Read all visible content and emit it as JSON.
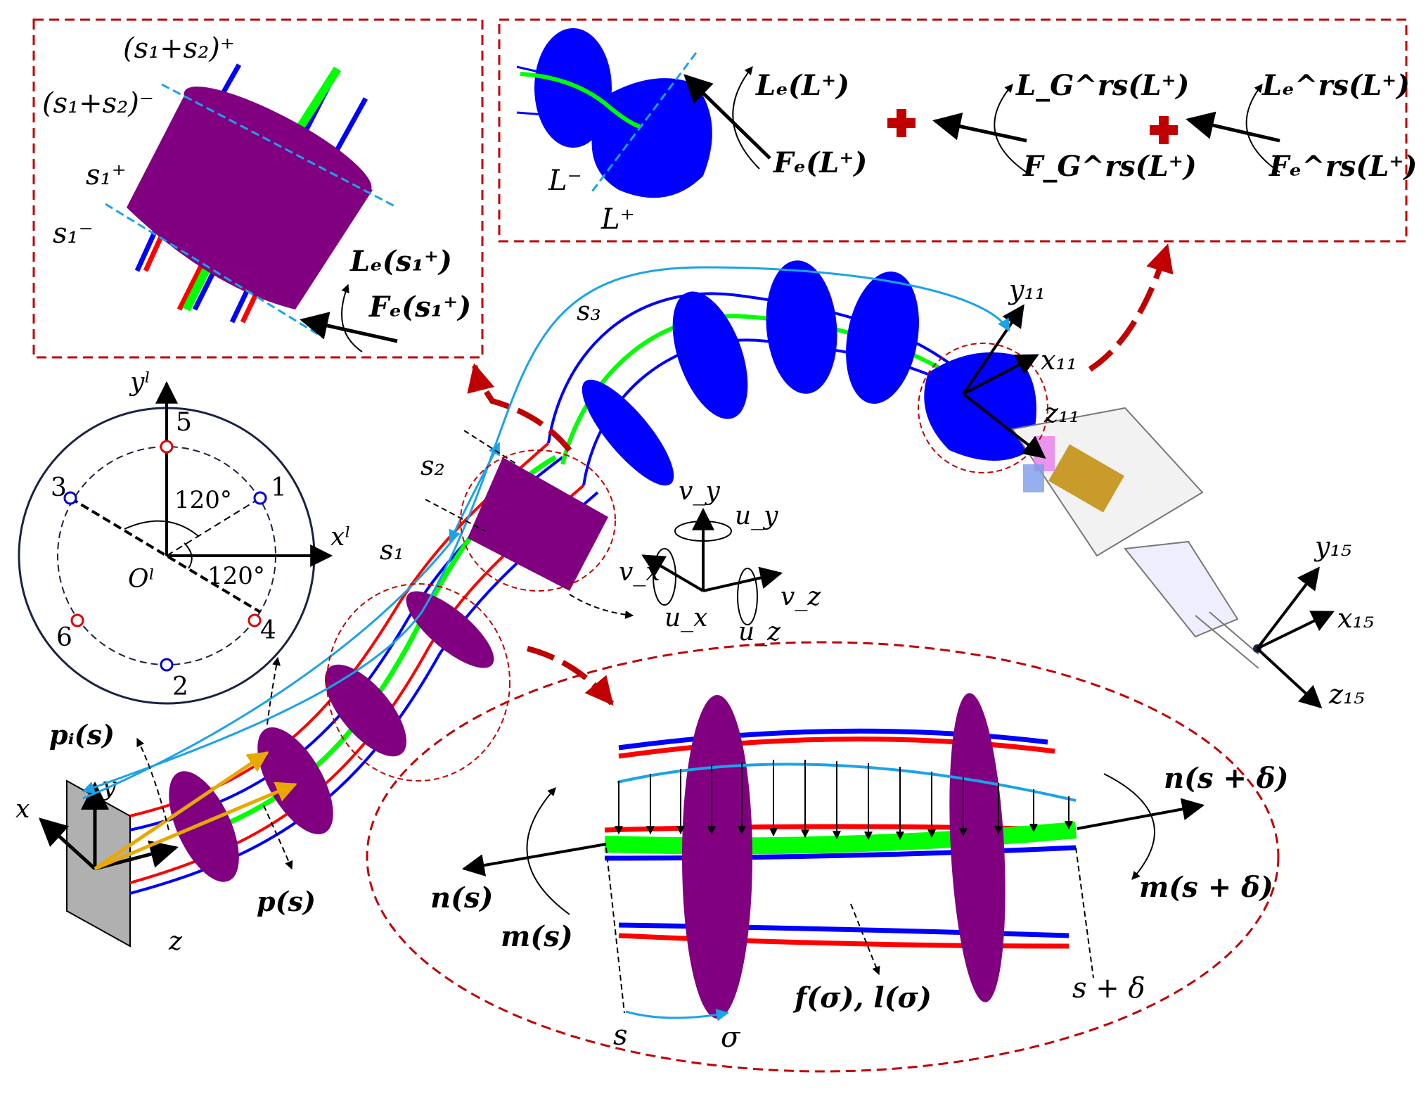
{
  "insets": {
    "disk_segment": {
      "s12_plus": "(s₁+s₂)⁺",
      "s12_minus": "(s₁+s₂)⁻",
      "s1_plus": "s₁⁺",
      "s1_minus": "s₁⁻",
      "moment": "Lₑ(s₁⁺)",
      "force": "Fₑ(s₁⁺)"
    },
    "end_segment": {
      "L_minus": "L⁻",
      "L_plus": "L⁺",
      "Le": "Lₑ(L⁺)",
      "Fe": "Fₑ(L⁺)",
      "LG": "L_G^rs(L⁺)",
      "FG": "F_G^rs(L⁺)",
      "Lers": "Lₑ^rs(L⁺)",
      "Fers": "Fₑ^rs(L⁺)"
    },
    "cross_section": {
      "x_axis": "xˡ",
      "y_axis": "yˡ",
      "origin": "Oˡ",
      "angle_top": "120°",
      "angle_bottom": "120°",
      "holes": [
        "1",
        "2",
        "3",
        "4",
        "5",
        "6"
      ]
    },
    "element": {
      "n_s": "n(s)",
      "m_s": "m(s)",
      "n_sd": "n(s + δ)",
      "m_sd": "m(s + δ)",
      "loads": "f(σ), l(σ)",
      "s": "s",
      "sigma": "σ",
      "s_delta": "s + δ"
    }
  },
  "main": {
    "s1": "s₁",
    "s2": "s₂",
    "s3": "s₃",
    "p_i": "pᵢ(s)",
    "p": "p(s)",
    "base_x": "x",
    "base_y": "y",
    "base_z": "z",
    "v_y": "v_y",
    "u_y": "u_y",
    "v_x": "v_x",
    "u_x": "u_x",
    "v_z": "v_z",
    "u_z": "u_z",
    "y11": "y₁₁",
    "x11": "x₁₁",
    "z11": "z₁₁",
    "y15": "y₁₅",
    "x15": "x₁₅",
    "z15": "z₁₅"
  },
  "colors": {
    "disk": "#800080",
    "blue_disk": "#0000ff",
    "tendon_red": "#ff0000",
    "tendon_blue": "#0000ff",
    "backbone": "#00ff00",
    "arc": "#1aa3e8",
    "dashed_box": "#c00000",
    "pointer": "#e8a800"
  }
}
